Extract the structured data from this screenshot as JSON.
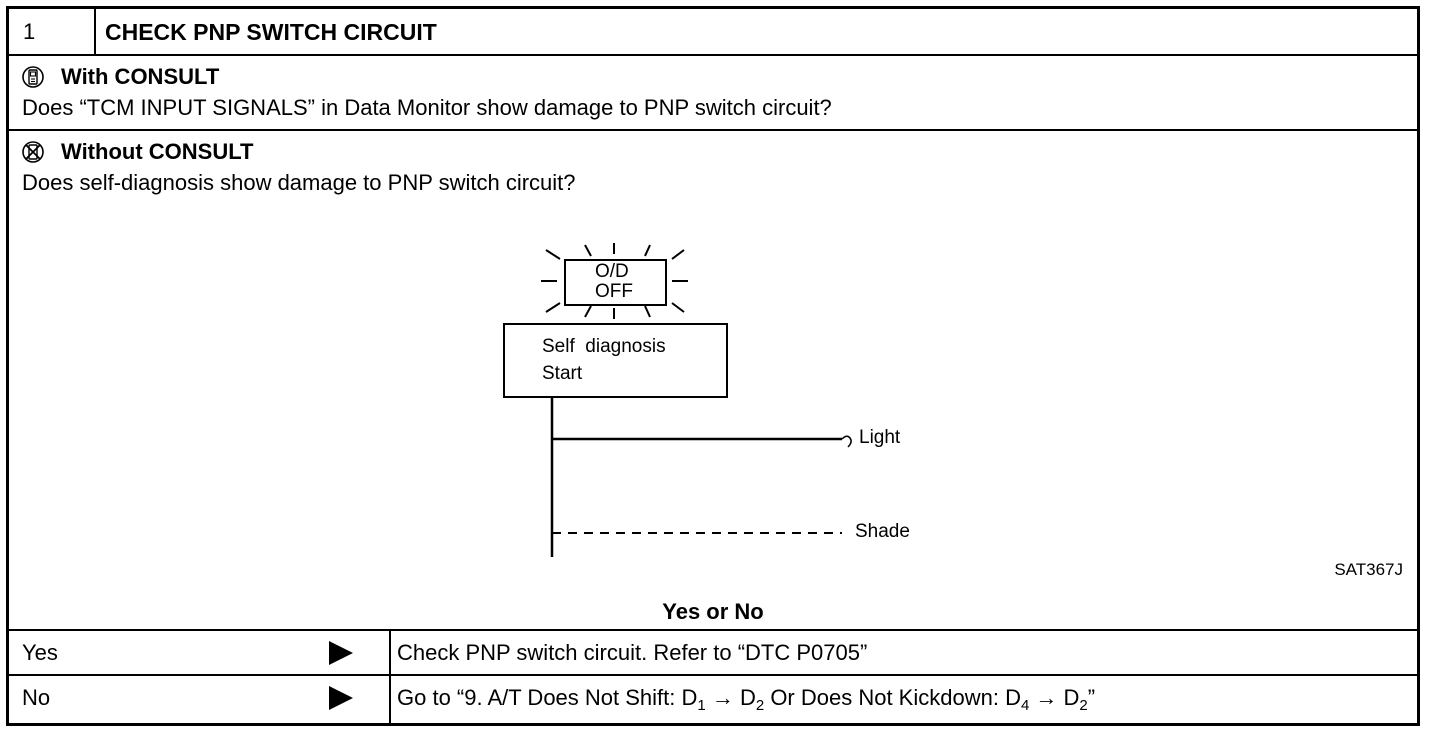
{
  "step": {
    "number": "1",
    "title": "CHECK PNP SWITCH CIRCUIT"
  },
  "with_consult": {
    "icon": "consult-device-icon",
    "heading": "With CONSULT",
    "question": "Does “TCM INPUT SIGNALS” in Data Monitor show damage to PNP switch circuit?"
  },
  "without_consult": {
    "icon": "no-consult-device-icon",
    "heading": "Without CONSULT",
    "question": "Does self-diagnosis show damage to PNP switch circuit?"
  },
  "diagram": {
    "lamp_line1": "O/D",
    "lamp_line2": "OFF",
    "box_line1": "Self  diagnosis",
    "box_line2": "Start",
    "light_label": "Light",
    "shade_label": "Shade",
    "figure_code": "SAT367J"
  },
  "yes_or_no": "Yes or No",
  "results": [
    {
      "answer": "Yes",
      "action": "Check PNP switch circuit. Refer to “DTC P0705”"
    },
    {
      "answer": "No",
      "action_prefix": "Go to “9. A/T Does Not Shift: D",
      "sub1": "1",
      "arrow1": " → D",
      "sub2": "2",
      "mid": " Or Does Not Kickdown: D",
      "sub3": "4",
      "arrow2": " → D",
      "sub4": "2",
      "suffix": "”"
    }
  ]
}
